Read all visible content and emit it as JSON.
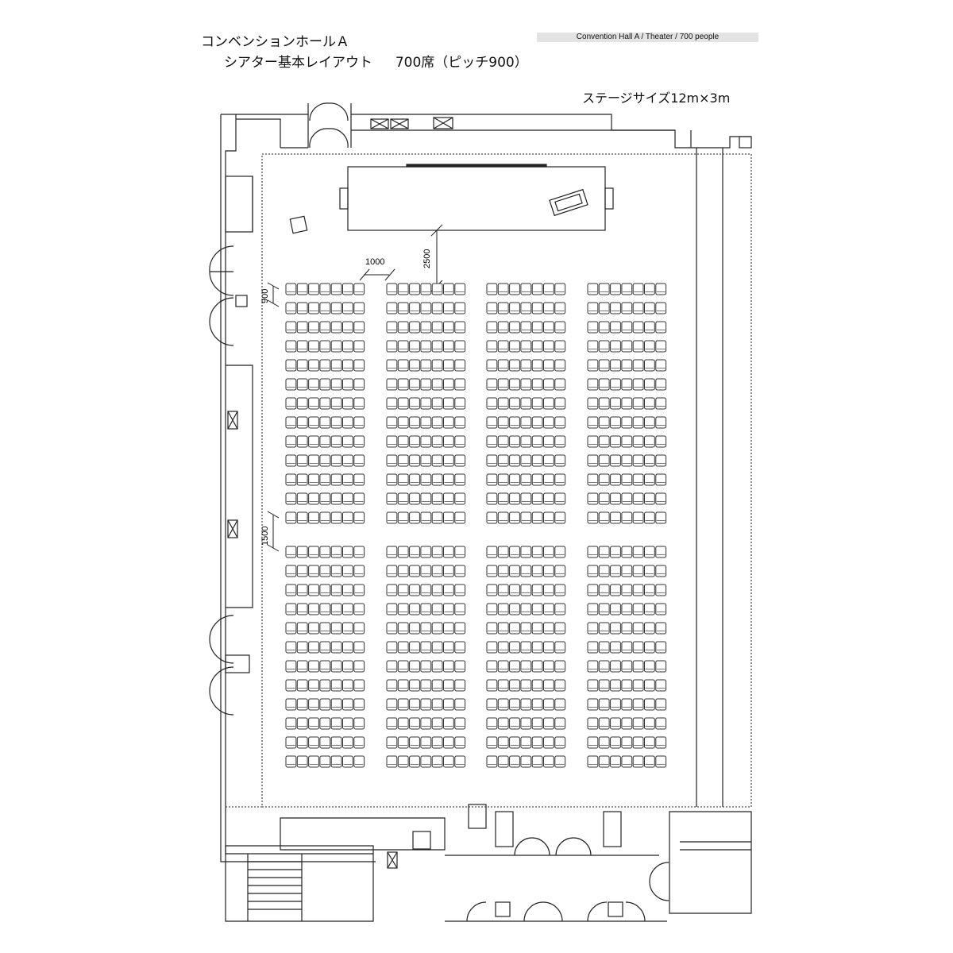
{
  "header": {
    "title_line1": "コンベンションホールＡ",
    "title_line2_part1": "シアター基本レイアウト",
    "title_line2_part2": "700席（ピッチ900）",
    "caption": "Convention Hall A / Theater / 700 people",
    "stage_size": "ステージサイズ12m×3m"
  },
  "dimensions": {
    "aisle_width": "1000",
    "stage_gap": "2500",
    "row_pitch": "900",
    "cross_aisle": "1500"
  },
  "seating": {
    "blocks": 4,
    "seats_per_row": 7,
    "rows_upper": 13,
    "rows_lower": 12
  }
}
